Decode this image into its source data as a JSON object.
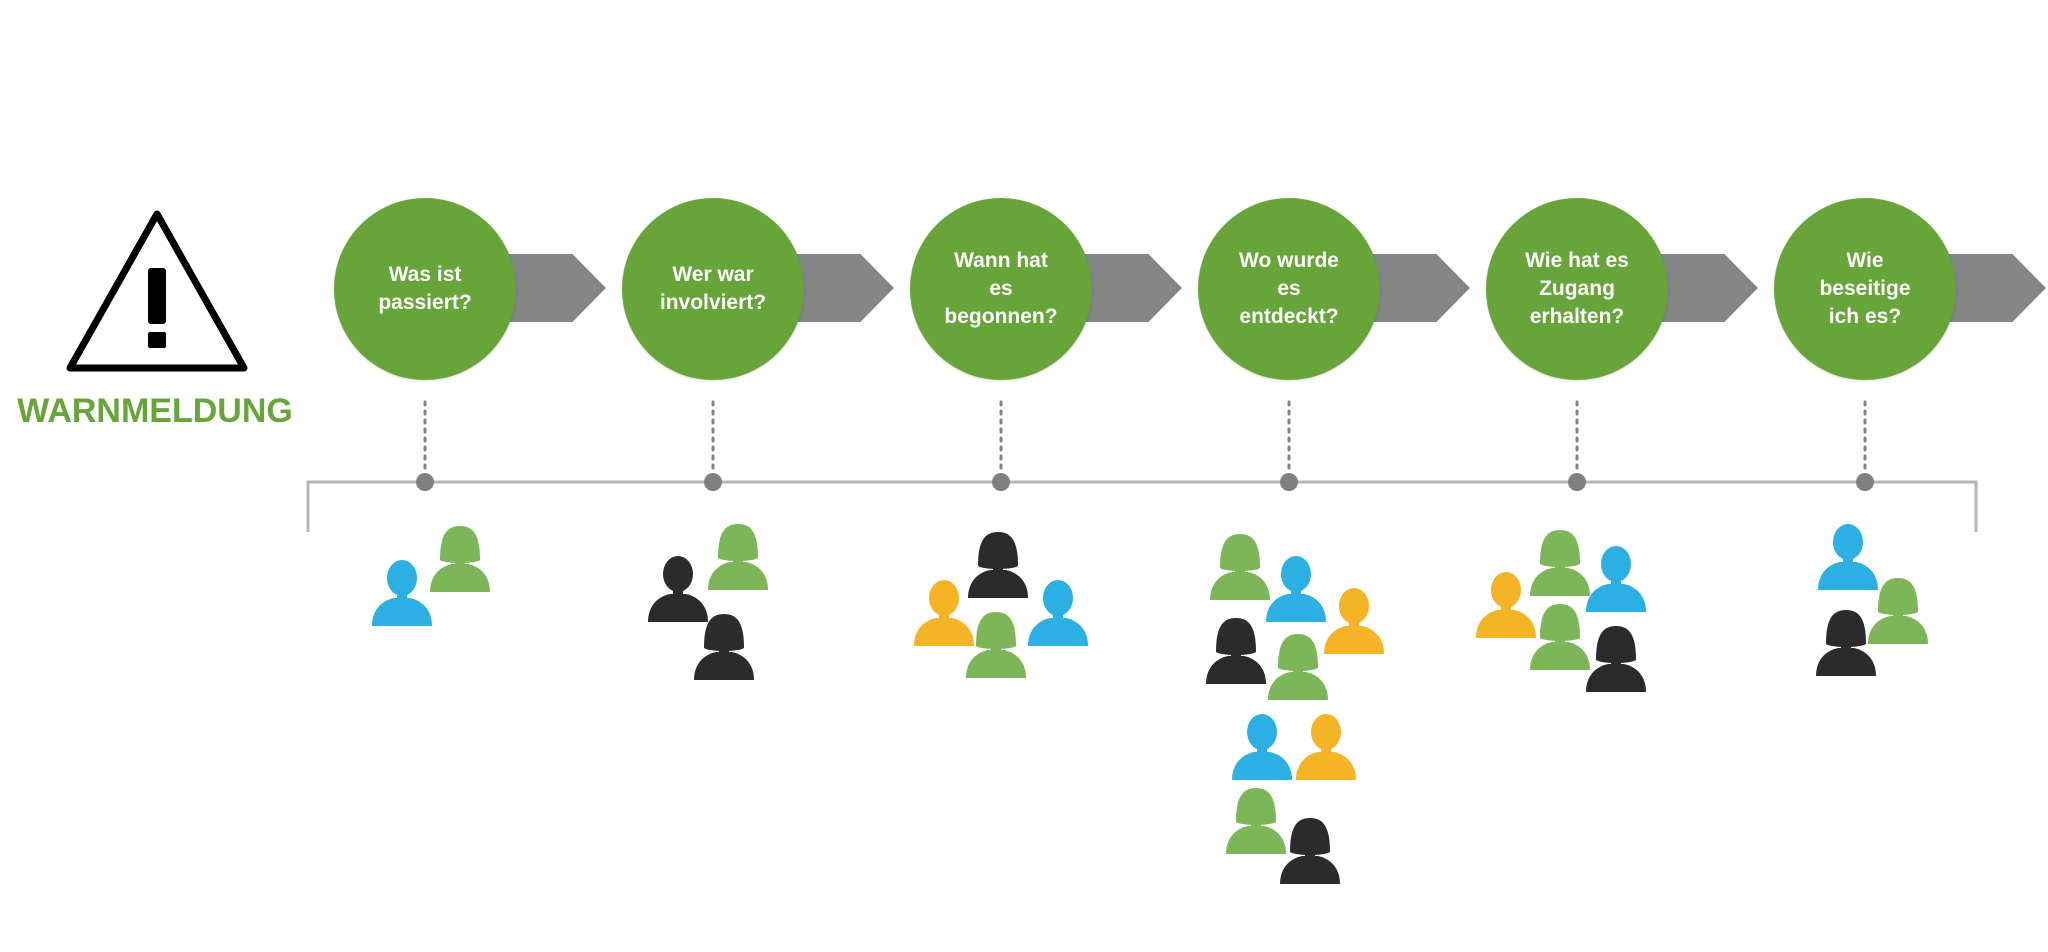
{
  "alert": {
    "label": "WARNMELDUNG",
    "icon": "warning-triangle-icon",
    "color": "#67a53a"
  },
  "colors": {
    "circle": "#67a53a",
    "arrow": "#858585",
    "timeline": "#b5b5b5",
    "dot": "#808080",
    "person_blue": "#1ba9e1",
    "person_green": "#73b04a",
    "person_black": "#1a1a1a",
    "person_yellow": "#f5ad14"
  },
  "steps": [
    {
      "label": "Was ist\npassiert?",
      "people": [
        {
          "icon": "person-male-icon",
          "color": "blue"
        },
        {
          "icon": "person-female-icon",
          "color": "green"
        }
      ]
    },
    {
      "label": "Wer war\ninvolviert?",
      "people": [
        {
          "icon": "person-male-icon",
          "color": "black"
        },
        {
          "icon": "person-female-icon",
          "color": "green"
        },
        {
          "icon": "person-female-icon",
          "color": "black"
        }
      ]
    },
    {
      "label": "Wann hat\nes\nbegonnen?",
      "people": [
        {
          "icon": "person-female-icon",
          "color": "black"
        },
        {
          "icon": "person-male-icon",
          "color": "yellow"
        },
        {
          "icon": "person-male-icon",
          "color": "blue"
        },
        {
          "icon": "person-female-icon",
          "color": "green"
        }
      ]
    },
    {
      "label": "Wo wurde\nes\nentdeckt?",
      "people": [
        {
          "icon": "person-female-icon",
          "color": "green"
        },
        {
          "icon": "person-male-icon",
          "color": "blue"
        },
        {
          "icon": "person-male-icon",
          "color": "yellow"
        },
        {
          "icon": "person-female-icon",
          "color": "black"
        },
        {
          "icon": "person-female-icon",
          "color": "green"
        },
        {
          "icon": "person-male-icon",
          "color": "blue"
        },
        {
          "icon": "person-male-icon",
          "color": "yellow"
        },
        {
          "icon": "person-female-icon",
          "color": "green"
        },
        {
          "icon": "person-female-icon",
          "color": "black"
        }
      ]
    },
    {
      "label": "Wie hat es\nZugang\nerhalten?",
      "people": [
        {
          "icon": "person-female-icon",
          "color": "green"
        },
        {
          "icon": "person-male-icon",
          "color": "blue"
        },
        {
          "icon": "person-male-icon",
          "color": "yellow"
        },
        {
          "icon": "person-female-icon",
          "color": "green"
        },
        {
          "icon": "person-female-icon",
          "color": "black"
        }
      ]
    },
    {
      "label": "Wie\nbeseitige\nich es?",
      "people": [
        {
          "icon": "person-male-icon",
          "color": "blue"
        },
        {
          "icon": "person-female-icon",
          "color": "green"
        },
        {
          "icon": "person-female-icon",
          "color": "black"
        }
      ]
    }
  ]
}
